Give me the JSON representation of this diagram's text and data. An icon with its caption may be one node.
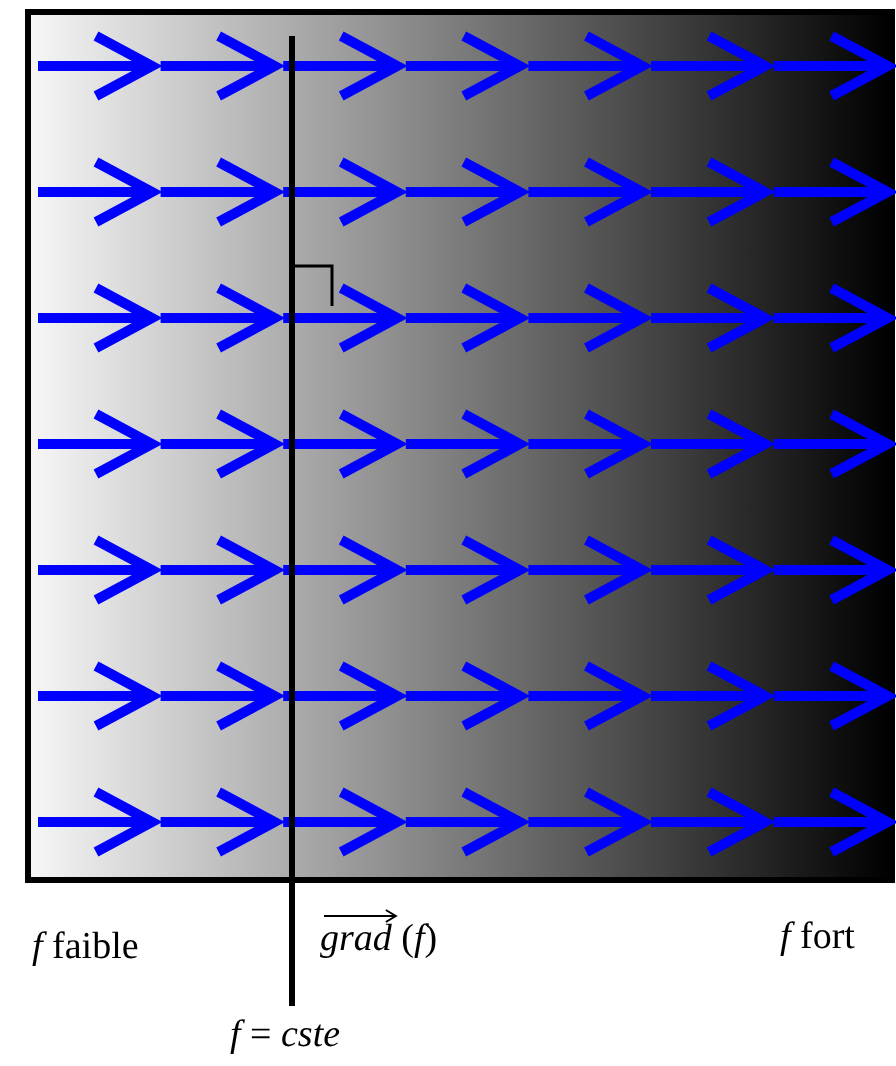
{
  "diagram": {
    "labels": [
      "*f* faible",
      "*grad* (*f*)",
      "*f* fort",
      "*f* = *cste*"
    ]
  }
}
